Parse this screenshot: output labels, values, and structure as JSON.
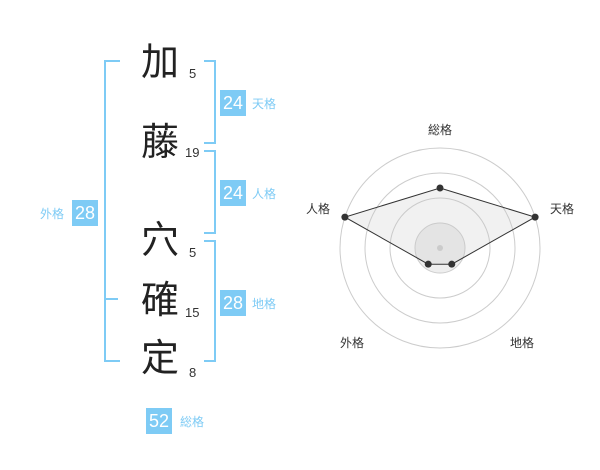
{
  "name": {
    "characters": [
      {
        "char": "加",
        "strokes": "5"
      },
      {
        "char": "藤",
        "strokes": "19"
      },
      {
        "char": "穴",
        "strokes": "5"
      },
      {
        "char": "確",
        "strokes": "15"
      },
      {
        "char": "定",
        "strokes": "8"
      }
    ]
  },
  "fortune": {
    "tenkaku": {
      "value": "24",
      "label": "天格"
    },
    "jinkaku": {
      "value": "24",
      "label": "人格"
    },
    "chikaku": {
      "value": "28",
      "label": "地格"
    },
    "gaikaku": {
      "value": "28",
      "label": "外格"
    },
    "soukaku": {
      "value": "52",
      "label": "総格"
    }
  },
  "colors": {
    "accent": "#7ecbf5",
    "text": "#222222",
    "grid": "#cccccc"
  },
  "chart_data": {
    "type": "radar",
    "axes": [
      "総格",
      "天格",
      "地格",
      "外格",
      "人格"
    ],
    "scale_rings": 4,
    "values": [
      3,
      5,
      1,
      1,
      5
    ],
    "max": 5
  }
}
